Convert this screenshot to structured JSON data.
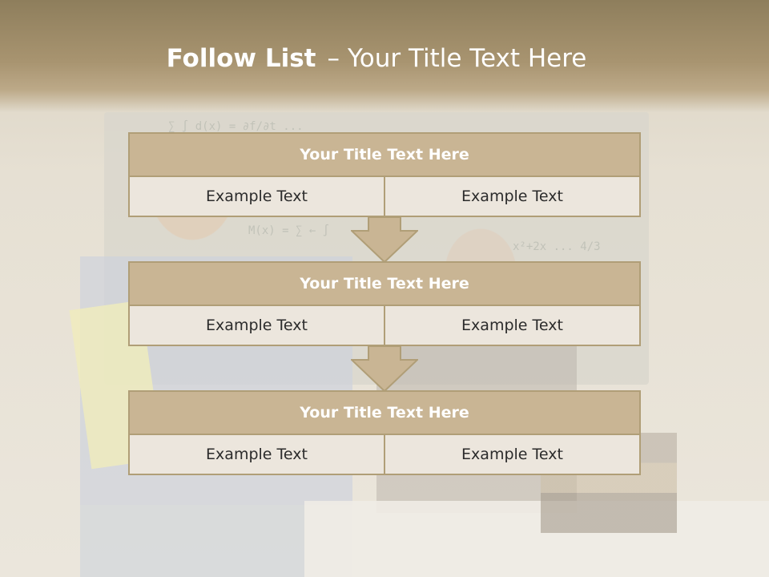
{
  "slide": {
    "title_bold": "Follow List",
    "title_sep": "–",
    "title_rest": "Your Title Text Here"
  },
  "blocks": [
    {
      "title": "Your Title Text Here",
      "left": "Example Text",
      "right": "Example Text"
    },
    {
      "title": "Your Title Text Here",
      "left": "Example Text",
      "right": "Example Text"
    },
    {
      "title": "Your Title Text Here",
      "left": "Example Text",
      "right": "Example Text"
    }
  ],
  "colors": {
    "banner": "#a89470",
    "header_fill": "#c9b594",
    "cell_fill": "#ece6dd",
    "border": "#b09e77",
    "arrow_fill": "#c9b594"
  }
}
